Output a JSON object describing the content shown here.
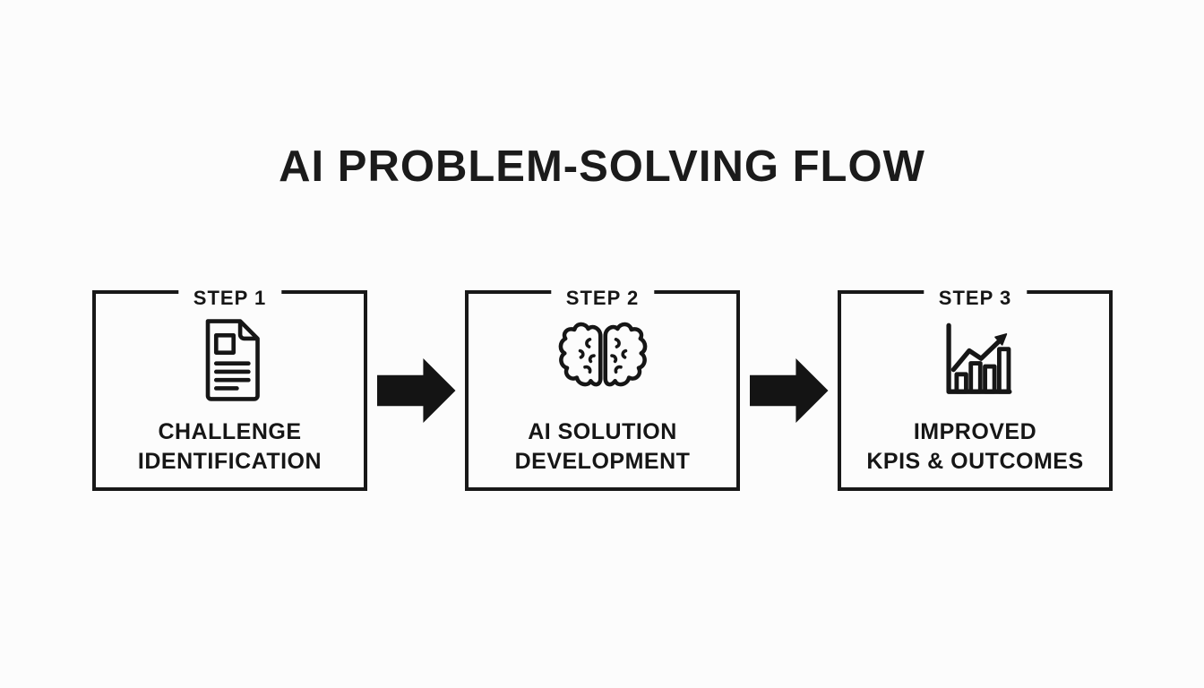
{
  "title": "AI PROBLEM-SOLVING FLOW",
  "colors": {
    "background": "#fcfcfc",
    "ink": "#161616"
  },
  "steps": [
    {
      "label": "STEP 1",
      "caption_line1": "CHALLENGE",
      "caption_line2": "IDENTIFICATION",
      "icon": "document-icon"
    },
    {
      "label": "STEP 2",
      "caption_line1": "AI SOLUTION",
      "caption_line2": "DEVELOPMENT",
      "icon": "brain-icon"
    },
    {
      "label": "STEP 3",
      "caption_line1": "IMPROVED",
      "caption_line2": "KPIS & OUTCOMES",
      "icon": "chart-icon"
    }
  ],
  "connectors": [
    {
      "type": "arrow-right"
    },
    {
      "type": "arrow-right"
    }
  ]
}
